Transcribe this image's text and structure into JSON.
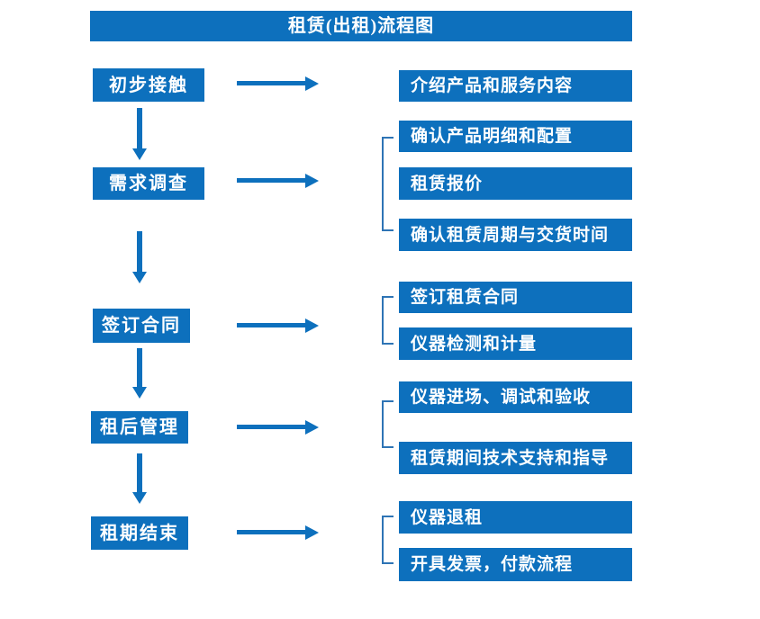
{
  "title": "租赁(出租)流程图",
  "colors": {
    "primary": "#0d70bd",
    "bracket_line": "#2e74b5",
    "text_on_primary": "#ffffff",
    "background": "#ffffff"
  },
  "stages": [
    {
      "label": "初步接触",
      "details": [
        "介绍产品和服务内容"
      ]
    },
    {
      "label": "需求调查",
      "details": [
        "确认产品明细和配置",
        "租赁报价",
        "确认租赁周期与交货时间"
      ]
    },
    {
      "label": "签订合同",
      "details": [
        "签订租赁合同",
        "仪器检测和计量"
      ]
    },
    {
      "label": "租后管理",
      "details": [
        "仪器进场、调试和验收",
        "租赁期间技术支持和指导"
      ]
    },
    {
      "label": "租期结束",
      "details": [
        "仪器退租",
        "开具发票，付款流程"
      ]
    }
  ]
}
